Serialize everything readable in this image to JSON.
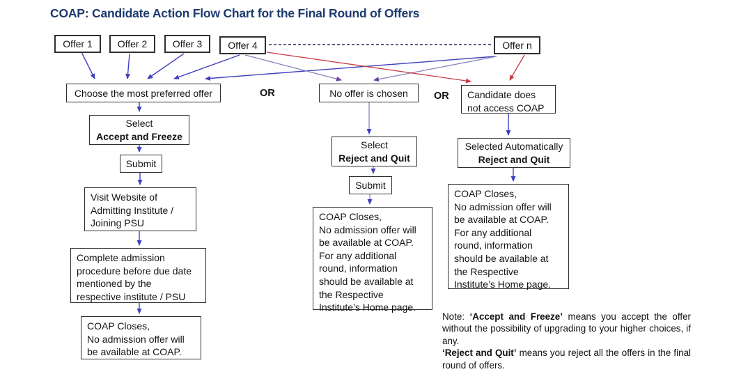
{
  "title": "COAP: Candidate Action Flow Chart for the Final Round of Offers",
  "offers": {
    "o1": "Offer 1",
    "o2": "Offer 2",
    "o3": "Offer 3",
    "o4": "Offer 4",
    "on": "Offer n"
  },
  "or_label": "OR",
  "left": {
    "choose": "Choose the most preferred offer",
    "select_line1": "Select",
    "select_line2": "Accept and Freeze",
    "submit": "Submit",
    "visit": "Visit Website of\nAdmitting Institute /\nJoining PSU",
    "complete": "Complete admission\nprocedure before due date\nmentioned by the\nrespective institute / PSU",
    "coap_closes": "COAP Closes,\nNo admission offer will\nbe available at COAP."
  },
  "middle": {
    "no_offer": "No offer is chosen",
    "select_line1": "Select",
    "select_line2": "Reject and Quit",
    "submit": "Submit",
    "coap_closes": "COAP Closes,\nNo admission offer will\nbe available at COAP.\nFor any additional\nround, information\nshould be available at\nthe Respective\nInstitute’s Home page."
  },
  "right": {
    "candidate": "Candidate does\nnot access COAP",
    "select_line1": "Selected Automatically",
    "select_line2": "Reject and Quit",
    "coap_closes": "COAP Closes,\nNo admission offer will\nbe available at COAP.\nFor any additional\nround, information\nshould be available at\nthe Respective\nInstitute’s Home page."
  },
  "note": {
    "prefix": "Note: ",
    "bold1": "‘Accept and Freeze’",
    "text1": " means you accept the offer without the possibility of upgrading to your higher choices, if any.",
    "bold2": "‘Reject and Quit’",
    "text2": " means you reject all the offers in the final round of offers."
  },
  "colors": {
    "title": "#1e3a6e",
    "arrow_blue": "#4040bd",
    "arrow_slate": "#8585bd",
    "arrow_purple_head": "#6a3fa8",
    "arrow_red": "#c93b44"
  }
}
